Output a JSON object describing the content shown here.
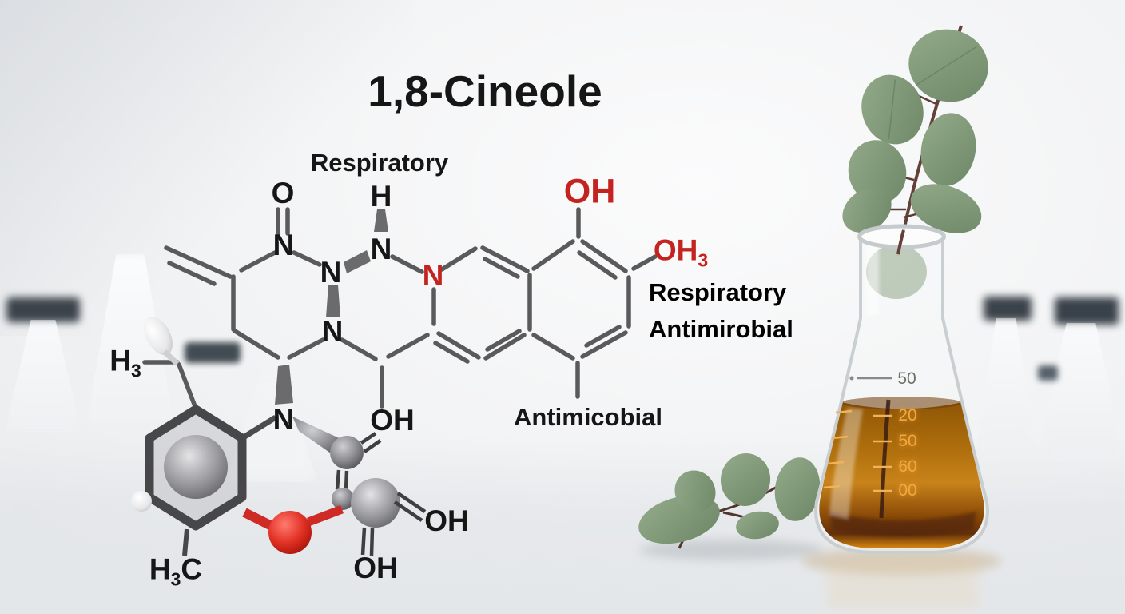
{
  "title": "1,8-Cineole",
  "annotations": {
    "respiratory_top": "Respiratory",
    "respiratory_right": "Respiratory",
    "antimirobial_right": "Antimirobial",
    "antimicobial_bottom": "Antimicobial"
  },
  "molecule": {
    "o": "O",
    "h": "H",
    "n": "N",
    "n_red": "N",
    "oh": "OH",
    "oh3_base": "OH",
    "oh3_sub": "3",
    "h3_base": "H",
    "h3_sub": "3",
    "hc_h": "H",
    "hc_sub": "3",
    "hc_c": "C"
  },
  "flask": {
    "grad_top": "50",
    "grads": [
      "20",
      "50",
      "60",
      "00"
    ]
  },
  "colors": {
    "accent_red": "#c4231f",
    "bond_gray": "#5a5a5d",
    "leaf_green": "#7e9676",
    "liquid_amber": "#c07c12"
  }
}
